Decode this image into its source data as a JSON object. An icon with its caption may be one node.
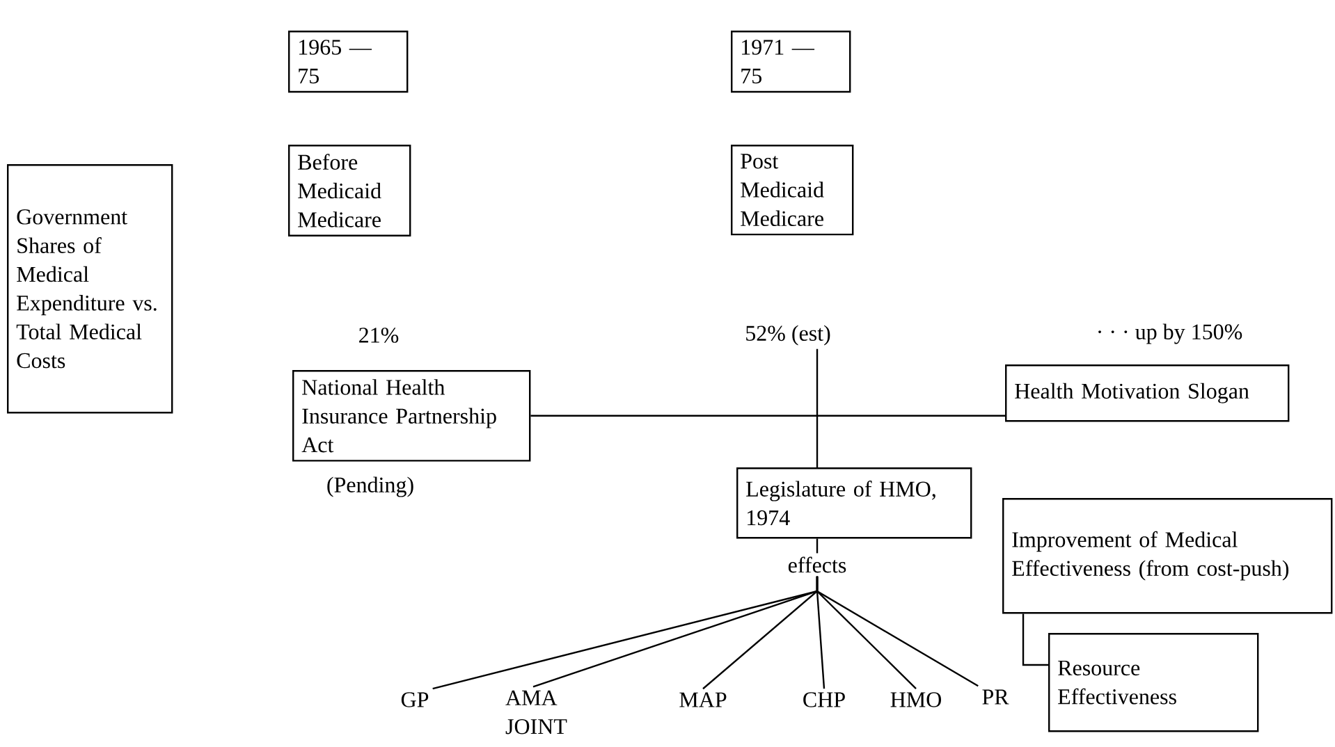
{
  "diagram": {
    "nodes": [
      {
        "text": [
          "1965 — 75"
        ]
      },
      {
        "text": [
          "1971 — 75"
        ]
      },
      {
        "text": [
          "Before Medicaid Medicare"
        ]
      },
      {
        "text": [
          "Post Medicaid Medicare"
        ]
      },
      {
        "text": [
          "Government Shares of Medical Expenditure vs. Total Medical Costs"
        ]
      },
      {
        "text": [
          "National Health Insurance Partnership Act"
        ],
        "beside": [
          "21%",
          "(Pending)"
        ]
      },
      {
        "text": [
          "52% (est)"
        ]
      },
      {
        "text": [
          "Health Motivation Slogan"
        ],
        "beside": [
          "· · · up by 150%"
        ]
      },
      {
        "text": [
          "Legislature of HMO, 1974"
        ]
      },
      {
        "text": [
          "effects"
        ]
      },
      {
        "text": [
          "Improvement of Medical Effectiveness (from cost-push)"
        ]
      },
      {
        "text": [
          "GP"
        ]
      },
      {
        "text": [
          "AMA JOINT"
        ]
      },
      {
        "text": [
          "MAP"
        ]
      },
      {
        "text": [
          "CHP"
        ]
      },
      {
        "text": [
          "HMO"
        ]
      },
      {
        "text": [
          "PR"
        ]
      },
      {
        "text": [
          "Resource Effectiveness"
        ]
      }
    ],
    "edges": [
      {
        "from": 5,
        "to": 7,
        "arrow": "none"
      },
      {
        "from": 6,
        "to": 8,
        "arrow": "none"
      },
      {
        "from": 8,
        "to": 9,
        "arrow": "none"
      },
      {
        "from": 9,
        "to": 11,
        "arrow": "none"
      },
      {
        "from": 9,
        "to": 12,
        "arrow": "none"
      },
      {
        "from": 9,
        "to": 13,
        "arrow": "none"
      },
      {
        "from": 9,
        "to": 14,
        "arrow": "none"
      },
      {
        "from": 9,
        "to": 15,
        "arrow": "none"
      },
      {
        "from": 9,
        "to": 16,
        "arrow": "none"
      },
      {
        "from": 10,
        "to": 17,
        "arrow": "none"
      }
    ]
  }
}
